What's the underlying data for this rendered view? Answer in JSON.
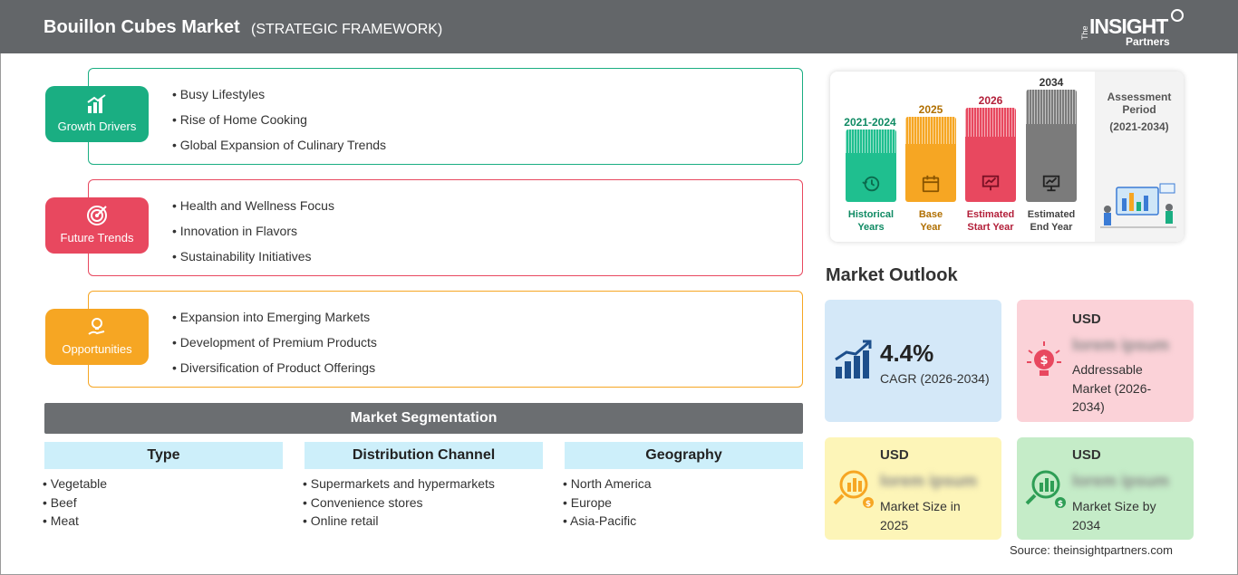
{
  "header": {
    "title": "Bouillon Cubes Market",
    "subtitle": "(STRATEGIC FRAMEWORK)"
  },
  "logo": {
    "the": "The",
    "insight": "INSIGHT",
    "partners": "Partners"
  },
  "categories": [
    {
      "label": "Growth Drivers",
      "color": "#1aae82",
      "items": [
        "Busy Lifestyles",
        "Rise of Home Cooking",
        "Global Expansion of Culinary Trends"
      ]
    },
    {
      "label": "Future Trends",
      "color": "#e8485f",
      "items": [
        "Health and Wellness Focus",
        "Innovation in Flavors",
        "Sustainability Initiatives"
      ]
    },
    {
      "label": "Opportunities",
      "color": "#f6a623",
      "items": [
        "Expansion into Emerging Markets",
        "Development of Premium Products",
        "Diversification of Product Offerings"
      ]
    }
  ],
  "segmentation": {
    "title": "Market Segmentation",
    "columns": [
      {
        "heading": "Type",
        "items": [
          "Vegetable",
          "Beef",
          "Meat"
        ]
      },
      {
        "heading": "Distribution Channel",
        "items": [
          "Supermarkets and hypermarkets",
          "Convenience stores",
          "Online retail"
        ]
      },
      {
        "heading": "Geography",
        "items": [
          "North America",
          "Europe",
          "Asia-Pacific"
        ]
      }
    ]
  },
  "assessment": {
    "title": "Assessment Period",
    "period": "(2021-2034)",
    "years": [
      {
        "year": "2021-2024",
        "caption_1": "Historical",
        "caption_2": "Years",
        "color": "#1fbf8f",
        "text_color": "#0f8a63"
      },
      {
        "year": "2025",
        "caption_1": "Base",
        "caption_2": "Year",
        "color": "#f6a623",
        "text_color": "#b06f00"
      },
      {
        "year": "2026",
        "caption_1": "Estimated",
        "caption_2": "Start Year",
        "color": "#e8485f",
        "text_color": "#b3203a"
      },
      {
        "year": "2034",
        "caption_1": "Estimated",
        "caption_2": "End Year",
        "color": "#7b7b7b",
        "text_color": "#444444"
      }
    ]
  },
  "outlook": {
    "title": "Market Outlook",
    "cagr": {
      "value": "4.4%",
      "label": "CAGR (2026-2034)"
    },
    "addressable": {
      "currency": "USD",
      "value": "lorem ipsum",
      "label_1": "Addressable",
      "label_2": "Market (2026-",
      "label_3": "2034)"
    },
    "size_2025": {
      "currency": "USD",
      "value": "lorem ipsum",
      "label_1": "Market Size in",
      "label_2": "2025"
    },
    "size_2034": {
      "currency": "USD",
      "value": "lorem ipsum",
      "label_1": "Market Size by",
      "label_2": "2034"
    }
  },
  "source": "Source: theinsightpartners.com"
}
